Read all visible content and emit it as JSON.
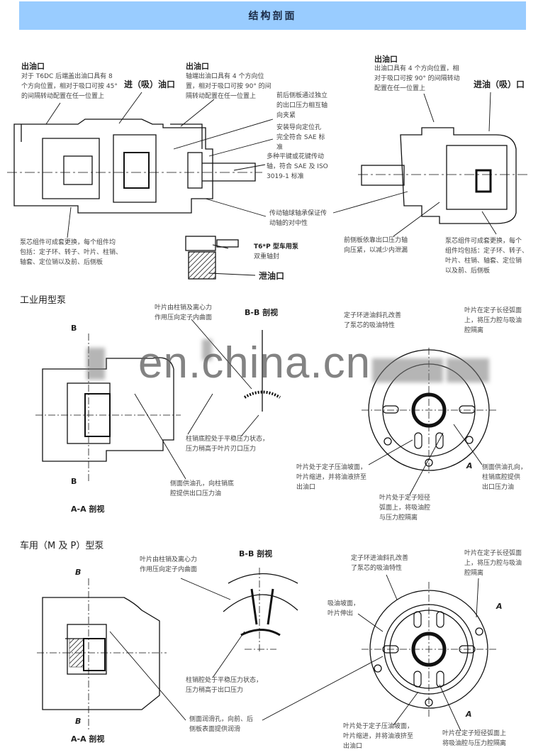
{
  "title": "结构剖面",
  "watermark": "en.china.cn",
  "top": {
    "left_outlet": {
      "title": "出油口",
      "lines": [
        "对于 T6DC 后端盖出油口具有 8",
        "个方向位置，相对于吸口可按 45°",
        "的间隔转动配置在任一位置上"
      ]
    },
    "inlet_label": "进（吸）油口",
    "mid_outlet": {
      "title": "出油口",
      "lines": [
        "轴端出油口具有 4 个方向位",
        "置，相对于吸口可按 90° 的间",
        "隔转动配置在任一位置上"
      ]
    },
    "side_plates": [
      "前后侧板通过独立",
      "的出口压力相互轴",
      "向夹紧"
    ],
    "pilot_hole": [
      "安装导向定位孔",
      "完全符合 SAE 标",
      "准"
    ],
    "shaft": [
      "多种平键或花键传动",
      "轴，符合 SAE 及 ISO",
      "3019-1 标准"
    ],
    "bearing": [
      "传动轴球轴承保证传",
      "动轴的对中性"
    ],
    "cartridge_left": [
      "泵芯组件可成套更换，每个组件均",
      "包括：定子环、转子、叶片、柱销、",
      "轴套、定位销以及前、后侧板"
    ],
    "seal": [
      "T6*P 型车用泵",
      "双重轴封"
    ],
    "drain": "泄油口",
    "right_outlet": {
      "title": "出油口",
      "lines": [
        "出油口具有 4 个方向位置，相",
        "对于吸口可按 90° 的间隔转动",
        "配置在任一位置上"
      ]
    },
    "right_inlet": "进油（吸）口",
    "front_plate": [
      "前侧板依靠出口压力轴",
      "向压紧，以减少内泄漏"
    ],
    "cartridge_right": [
      "泵芯组件可成套更换，每个",
      "组件均包括：定子环、转子、",
      "叶片、柱销、轴套、定位销",
      "以及前、后侧板"
    ]
  },
  "industrial": {
    "heading": "工业用型泵",
    "vane_pressed": [
      "叶片由柱销及离心力",
      "作用压向定子内曲面"
    ],
    "bb_view": "B-B 剖视",
    "ring_inlet": [
      "定子环进油斜孔改善",
      "了泵芯的吸油特性"
    ],
    "long_arc": [
      "叶片在定子长径弧面",
      "上，将压力腔与吸油",
      "腔隔离"
    ],
    "pin_cavity": [
      "柱销底腔处于平稳压力状态，",
      "压力稍高于叶片刃口压力"
    ],
    "side_feed": [
      "侧面供油孔，向柱销底",
      "腔提供出口压力油"
    ],
    "aa_view": "A-A 剖视",
    "press_ramp": [
      "叶片处于定子压油坡面，",
      "叶片缩进，并将油液挤至",
      "出油口"
    ],
    "short_arc": [
      "叶片处于定子短径",
      "弧面上，将吸油腔",
      "与压力腔隔离"
    ],
    "side_feed_right": [
      "侧面供油孔向，",
      "柱销底腔提供",
      "出口压力油"
    ],
    "section_b": "B",
    "section_a": "A"
  },
  "mobile": {
    "heading": "车用（M 及 P）型泵",
    "bb_view": "B-B 剖视",
    "vane_pressed": [
      "叶片由柱销及离心力",
      "作用压向定子内曲面"
    ],
    "ring_inlet": [
      "定子环进油斜孔改善",
      "了泵芯的吸油特性"
    ],
    "long_arc": [
      "叶片在定子长径弧面",
      "上，将压力腔与吸油",
      "腔隔离"
    ],
    "suction_ramp": [
      "吸油坡面，",
      "叶片伸出"
    ],
    "pin_cavity": [
      "柱销腔处于平稳压力状态，",
      "压力稍高于出口压力"
    ],
    "lube": [
      "侧面润滑孔，向前、后",
      "侧板表面提供润滑"
    ],
    "aa_view": "A-A 剖视",
    "press_ramp": [
      "叶片处于定子压油坡面，",
      "叶片缩进，并将油液挤至",
      "出油口"
    ],
    "short_arc": [
      "叶片在定子短径弧面上",
      "将吸油腔与压力腔隔离"
    ],
    "section_b": "B",
    "section_a": "A"
  }
}
